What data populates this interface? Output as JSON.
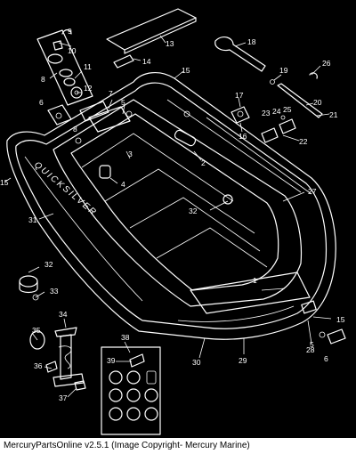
{
  "diagram": {
    "brand_text": "QUICKSILVER",
    "callouts": {
      "c1": "1",
      "c2": "2",
      "c3": "3",
      "c4": "4",
      "c5a": "5",
      "c5b": "5",
      "c6a": "6",
      "c6b": "6",
      "c7": "7",
      "c8a": "8",
      "c8b": "8",
      "c9": "9",
      "c10": "10",
      "c11": "11",
      "c12": "12",
      "c13": "13",
      "c14": "14",
      "c15a": "15",
      "c15b": "15",
      "c15c": "15",
      "c16": "16",
      "c17": "17",
      "c18": "18",
      "c19": "19",
      "c20": "20",
      "c21": "21",
      "c22": "22",
      "c23": "23",
      "c24": "24",
      "c25": "25",
      "c26": "26",
      "c27": "27",
      "c28": "28",
      "c29": "29",
      "c30": "30",
      "c31": "31",
      "c32a": "32",
      "c32b": "32",
      "c33": "33",
      "c34": "34",
      "c35": "35",
      "c36": "36",
      "c37": "37",
      "c38": "38",
      "c39": "39"
    }
  },
  "footer": {
    "caption": "MercuryPartsOnline v2.5.1 (Image Copyright- Mercury Marine)"
  }
}
